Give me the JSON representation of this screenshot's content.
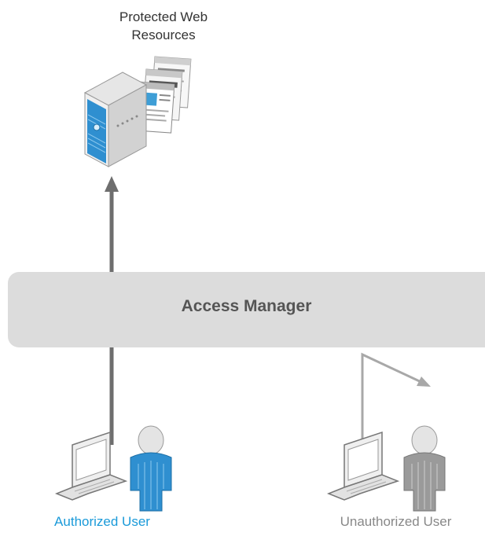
{
  "resources": {
    "label_line1": "Protected Web",
    "label_line2": "Resources"
  },
  "access_manager": {
    "label": "Access Manager"
  },
  "authorized_user": {
    "label": "Authorized User",
    "color": "#1a9ad9"
  },
  "unauthorized_user": {
    "label": "Unauthorized User",
    "color": "#888888"
  },
  "colors": {
    "band": "#dcdcdc",
    "allowed_arrow": "#6e6e6e",
    "denied_arrow": "#a8a8a8"
  }
}
